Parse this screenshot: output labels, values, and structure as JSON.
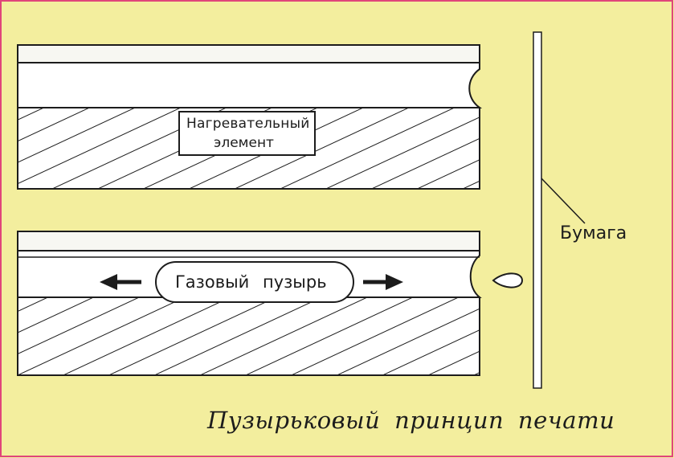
{
  "labels": {
    "heater_line1": "Нагревательный",
    "heater_line2": "элемент",
    "bubble": "Газовый пузырь",
    "paper": "Бумага"
  },
  "caption": "Пузырьковый принцип печати",
  "colors": {
    "background": "#f3ee9e",
    "line": "#1c1c1c",
    "frame": "#e0457a",
    "paper": "#ffffff"
  }
}
